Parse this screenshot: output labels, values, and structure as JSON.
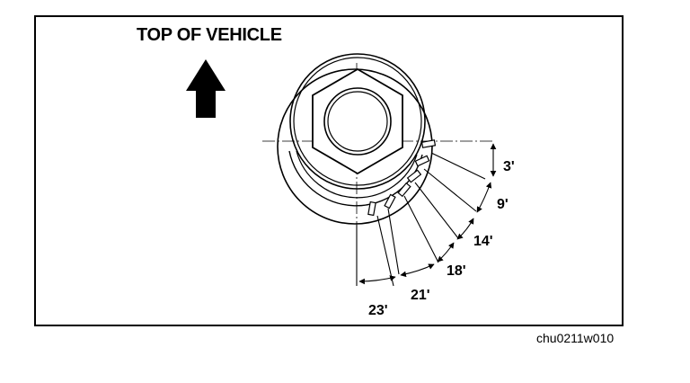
{
  "figure": {
    "title": "TOP OF VEHICLE",
    "caption": "chu0211w010",
    "angle_labels": [
      "3'",
      "9'",
      "14'",
      "18'",
      "21'",
      "23'"
    ]
  }
}
